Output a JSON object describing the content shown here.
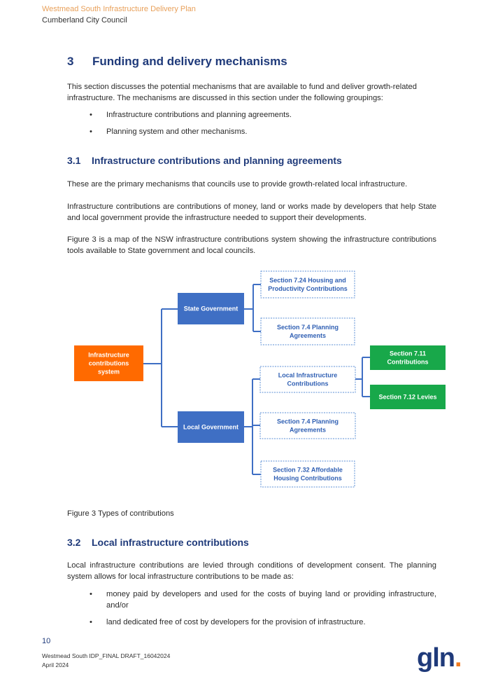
{
  "header": {
    "title": "Westmead South Infrastructure Delivery Plan",
    "subtitle": "Cumberland City Council"
  },
  "section3": {
    "number": "3",
    "title": "Funding and delivery mechanisms",
    "intro": "This section discusses the potential mechanisms that are available to fund and deliver growth-related infrastructure. The mechanisms are discussed in this section under the following groupings:",
    "bullets": [
      "Infrastructure contributions and planning agreements.",
      "Planning system and other mechanisms."
    ]
  },
  "section31": {
    "number": "3.1",
    "title": "Infrastructure contributions and planning agreements",
    "p1": "These are the primary mechanisms that councils use to provide growth-related local infrastructure.",
    "p2": "Infrastructure contributions are contributions of money, land or works made by developers that help State and local government provide the infrastructure needed to support their developments.",
    "p3": "Figure 3 is a map of the NSW infrastructure contributions system showing the infrastructure contributions tools available to State government and local councils."
  },
  "diagram": {
    "root": [
      "Infrastructure",
      "contributions",
      "system"
    ],
    "state": "State Government",
    "local": "Local Government",
    "state_items": [
      [
        "Section 7.24 Housing and",
        "Productivity Contributions"
      ],
      [
        "Section 7.4 Planning",
        "Agreements"
      ]
    ],
    "local_items": [
      [
        "Local Infrastructure",
        "Contributions"
      ],
      [
        "Section 7.4 Planning",
        "Agreements"
      ],
      [
        "Section 7.32 Affordable",
        "Housing Contributions"
      ]
    ],
    "lic_items": [
      [
        "Section 7.11",
        "Contributions"
      ],
      [
        "Section 7.12 Levies"
      ]
    ],
    "colors": {
      "root": "#ff6a00",
      "gov": "#3f6fc4",
      "green": "#18a84a",
      "outline": "#5b8fd6",
      "outline_text": "#2f5fb3",
      "line": "#3f6fc4"
    }
  },
  "figure_caption": "Figure 3 Types of contributions",
  "section32": {
    "number": "3.2",
    "title": "Local infrastructure contributions",
    "p1": "Local infrastructure contributions are levied through conditions of development consent. The planning system allows for local infrastructure contributions to be made as:",
    "bullets": [
      "money paid by developers and used for the costs of buying land or providing infrastructure, and/or",
      "land dedicated free of cost by developers for the provision of infrastructure."
    ]
  },
  "footer": {
    "page_number": "10",
    "doc_id": "Westmead South IDP_FINAL DRAFT_16042024",
    "date": "April 2024",
    "logo_text": "gln",
    "logo_dot": "."
  }
}
